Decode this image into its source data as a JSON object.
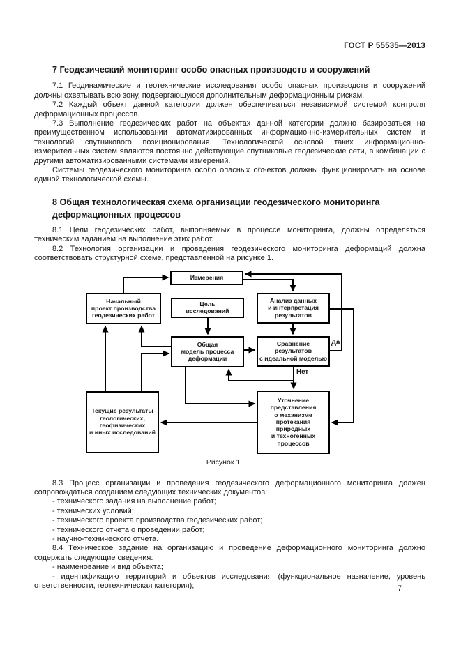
{
  "header": {
    "doc_id": "ГОСТ Р 55535—2013"
  },
  "footer": {
    "page_number": "7"
  },
  "section7": {
    "heading": "7  Геодезический мониторинг особо опасных производств и сооружений",
    "p71": "7.1  Геодинамические и геотехнические исследования особо опасных производств и сооружений должны охватывать всю зону, подвергающуюся дополнительным деформационным рискам.",
    "p72": "7.2  Каждый объект данной категории должен обеспечиваться независимой системой контроля деформационных процессов.",
    "p73": "7.3  Выполнение геодезических работ на объектах данной категории должно базироваться на преимущественном использовании автоматизированных информационно-измерительных систем и технологий спутникового позиционирования. Технологической основой таких информационно-измерительных систем являются постоянно действующие спутниковые геодезические сети, в комбинации с другими автоматизированными системами измерений.",
    "p73b": "Системы геодезического мониторинга особо опасных объектов должны функционировать на основе единой технологической схемы."
  },
  "section8": {
    "heading": "8  Общая технологическая схема организации геодезического мониторинга\nдеформационных процессов",
    "p81": "8.1  Цели геодезических работ, выполняемых в процессе мониторинга, должны определяться техническим заданием на выполнение этих работ.",
    "p82": "8.2  Технология организации и проведения геодезического мониторинга деформаций должна соответствовать структурной схеме, представленной на рисунке 1.",
    "p83": "8.3  Процесс организации и проведения геодезического деформационного мониторинга должен сопровождаться созданием следующих технических документов:",
    "p83_items": [
      "-  технического задания на выполнение работ;",
      "-  технических условий;",
      "-  технического проекта производства геодезических работ;",
      "-  технического отчета о проведении работ;",
      "-  научно-технического отчета."
    ],
    "p84": "8.4  Техническое задание на организацию и проведение деформационного мониторинга должно содержать следующие сведения:",
    "p84_items": [
      "-  наименование и вид объекта;",
      "-  идентификацию территорий и объектов исследования (функциональное назначение, уровень ответственности, геотехническая категория);"
    ]
  },
  "figure": {
    "caption": "Рисунок 1",
    "label_yes": "Да",
    "label_no": "Нет",
    "line_color": "#000000",
    "boxes": [
      {
        "label": "Измерения"
      },
      {
        "label": "Начальный\nпроект производства\nгеодезических работ"
      },
      {
        "label": "Цель\nисследований"
      },
      {
        "label": "Анализ данных\nи интерпретация\nрезультатов"
      },
      {
        "label": "Общая\nмодель процесса\nдеформации"
      },
      {
        "label": "Сравнение\nрезультатов\nс идеальной моделью"
      },
      {
        "label": "Текущие результаты\nгеологических,\nгеофизических\nи иных исследований"
      },
      {
        "label": "Уточнение\nпредставления\nо механизме\nпротекания\nприродных\nи техногенных\nпроцессов"
      }
    ]
  }
}
